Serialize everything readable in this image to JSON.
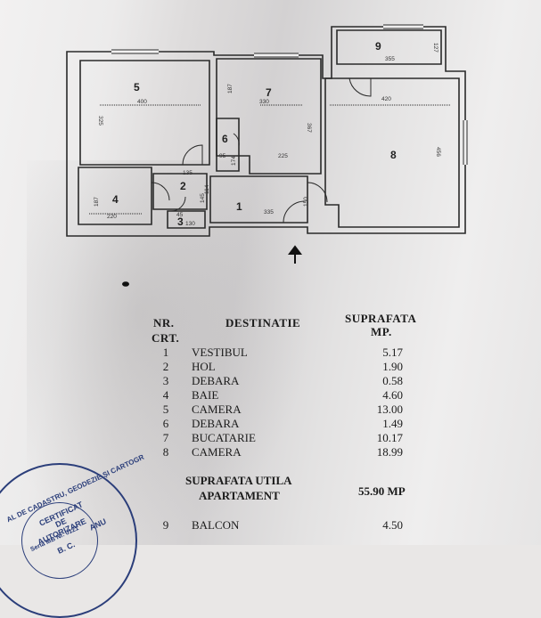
{
  "plan": {
    "rooms": [
      {
        "num": "1",
        "dims": [
          "335",
          "150"
        ]
      },
      {
        "num": "2",
        "dims": [
          "135",
          "145",
          "114"
        ]
      },
      {
        "num": "3",
        "dims": [
          "130",
          "45"
        ]
      },
      {
        "num": "4",
        "dims": [
          "220",
          "187"
        ]
      },
      {
        "num": "5",
        "dims": [
          "400",
          "325"
        ]
      },
      {
        "num": "6",
        "dims": [
          "95",
          "174"
        ]
      },
      {
        "num": "7",
        "dims": [
          "330",
          "367",
          "187",
          "225"
        ]
      },
      {
        "num": "8",
        "dims": [
          "420",
          "456"
        ]
      },
      {
        "num": "9",
        "dims": [
          "355",
          "127"
        ]
      }
    ]
  },
  "table": {
    "header": {
      "nr": "NR.",
      "crt": "CRT.",
      "destinatie": "DESTINATIE",
      "suprafata": "SUPRAFATA",
      "mp": "MP."
    },
    "rows": [
      {
        "nr": "1",
        "name": "VESTIBUL",
        "area": "5.17"
      },
      {
        "nr": "2",
        "name": "HOL",
        "area": "1.90"
      },
      {
        "nr": "3",
        "name": "DEBARA",
        "area": "0.58"
      },
      {
        "nr": "4",
        "name": "BAIE",
        "area": "4.60"
      },
      {
        "nr": "5",
        "name": "CAMERA",
        "area": "13.00"
      },
      {
        "nr": "6",
        "name": "DEBARA",
        "area": "1.49"
      },
      {
        "nr": "7",
        "name": "BUCATARIE",
        "area": "10.17"
      },
      {
        "nr": "8",
        "name": "CAMERA",
        "area": "18.99"
      }
    ],
    "total_label_1": "SUPRAFATA UTILA",
    "total_label_2": "APARTAMENT",
    "total_value": "55.90 MP",
    "balcony": {
      "nr": "9",
      "name": "BALCON",
      "area": "4.50"
    }
  },
  "stamp": {
    "ring_text": "AL DE CADASTRU, GEODEZIE ȘI CARTOGR",
    "line1": "CERTIFICAT",
    "line2": "DE",
    "line3": "AUTORIZARE",
    "line4": "Seria MB Nr. 0121",
    "line5": "B. C.",
    "bottom": "ANU"
  }
}
